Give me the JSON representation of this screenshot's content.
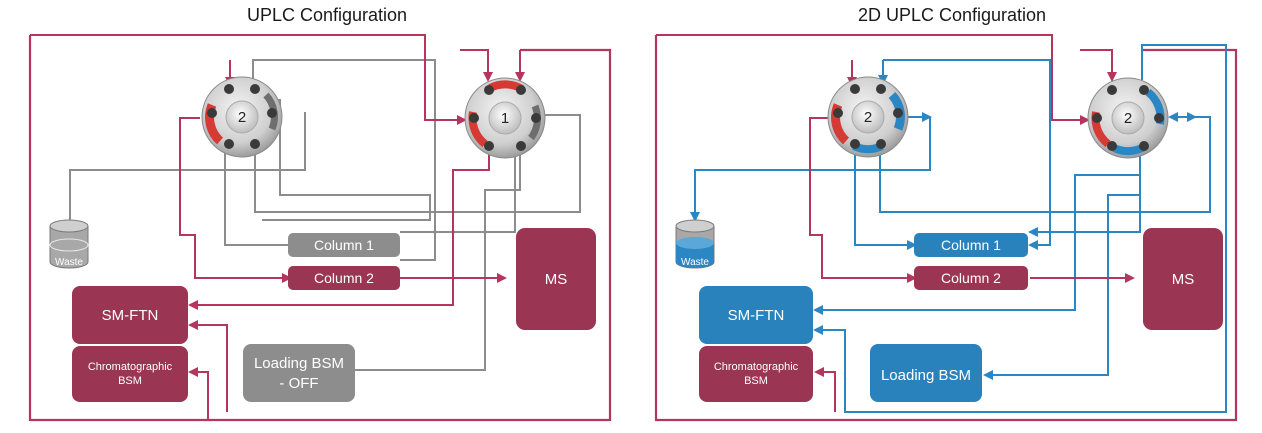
{
  "colors": {
    "maroon": "#9a3553",
    "blue": "#2a82bd",
    "gray": "#8a8a8a",
    "red_flow": "#c0335a",
    "blue_flow": "#2b87c4",
    "gray_flow": "#8c8c8c"
  },
  "left": {
    "title": "UPLC Configuration",
    "valve_a": "2",
    "valve_b": "1",
    "waste": "Waste",
    "column1": "Column 1",
    "column2": "Column 2",
    "ms": "MS",
    "smftn": "SM-FTN",
    "bsm_line1": "Chromatographic",
    "bsm_line2": "BSM",
    "loading_line1": "Loading BSM",
    "loading_line2": "- OFF"
  },
  "right": {
    "title": "2D UPLC Configuration",
    "valve_a": "2",
    "valve_b": "2",
    "waste": "Waste",
    "column1": "Column 1",
    "column2": "Column 2",
    "ms": "MS",
    "smftn": "SM-FTN",
    "bsm_line1": "Chromatographic",
    "bsm_line2": "BSM",
    "loading": "Loading BSM"
  }
}
